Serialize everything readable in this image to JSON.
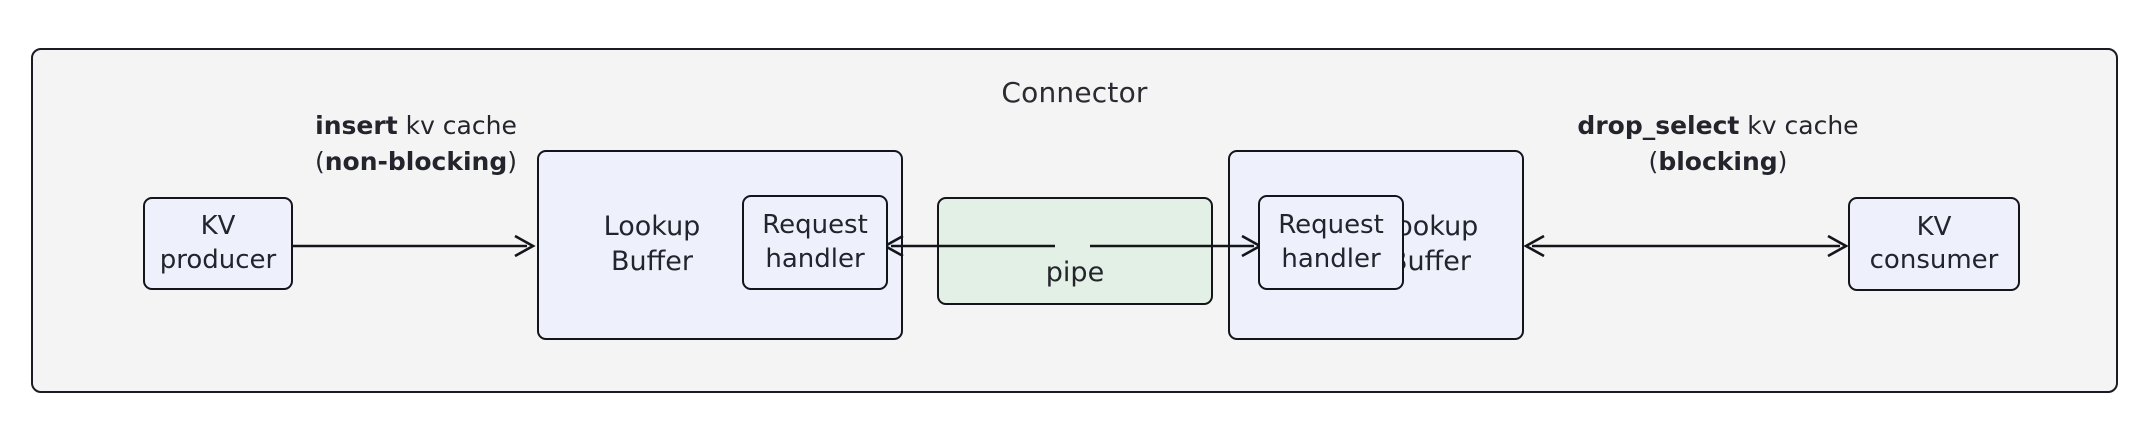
{
  "diagram": {
    "type": "block-diagram",
    "title": "Connector",
    "frame": {
      "label": "Connector",
      "fill_color": "#f4f4f4",
      "border_color": "#1b1b22"
    },
    "colors": {
      "node_blue_fill": "#eef1fb",
      "node_green_fill": "#e3f0e5",
      "stroke": "#14141b",
      "text": "#24242c",
      "background": "#ffffff"
    },
    "nodes": {
      "kv_producer": {
        "line1": "KV",
        "line2": "producer",
        "fill": "#eef1fb"
      },
      "lookup_buffer_left": {
        "line1": "Lookup",
        "line2": "Buffer",
        "fill": "#eef1fb"
      },
      "request_handler_left": {
        "line1": "Request",
        "line2": "handler",
        "fill": "#eef1fb"
      },
      "pipe": {
        "label": "pipe",
        "fill": "#e3f0e5"
      },
      "request_handler_right": {
        "line1": "Request",
        "line2": "handler",
        "fill": "#eef1fb"
      },
      "lookup_buffer_right": {
        "line1": "Lookup",
        "line2": "Buffer",
        "fill": "#eef1fb"
      },
      "kv_consumer": {
        "line1": "KV",
        "line2": "consumer",
        "fill": "#eef1fb"
      }
    },
    "edges": {
      "insert": {
        "line1_bold": "insert",
        "line1_rest": " kv cache",
        "line2_open": "(",
        "line2_bold": "non-blocking",
        "line2_close": ")",
        "direction": "right",
        "from": "kv_producer",
        "to": "lookup_buffer_left"
      },
      "pipe_to_left": {
        "direction": "left",
        "from": "pipe",
        "to": "request_handler_left"
      },
      "pipe_to_right": {
        "direction": "right",
        "from": "pipe",
        "to": "request_handler_right"
      },
      "drop_select": {
        "line1_bold": "drop_select",
        "line1_rest": " kv cache",
        "line2_open": "(",
        "line2_bold": "blocking",
        "line2_close": ")",
        "direction": "both",
        "from": "lookup_buffer_right",
        "to": "kv_consumer"
      }
    }
  }
}
